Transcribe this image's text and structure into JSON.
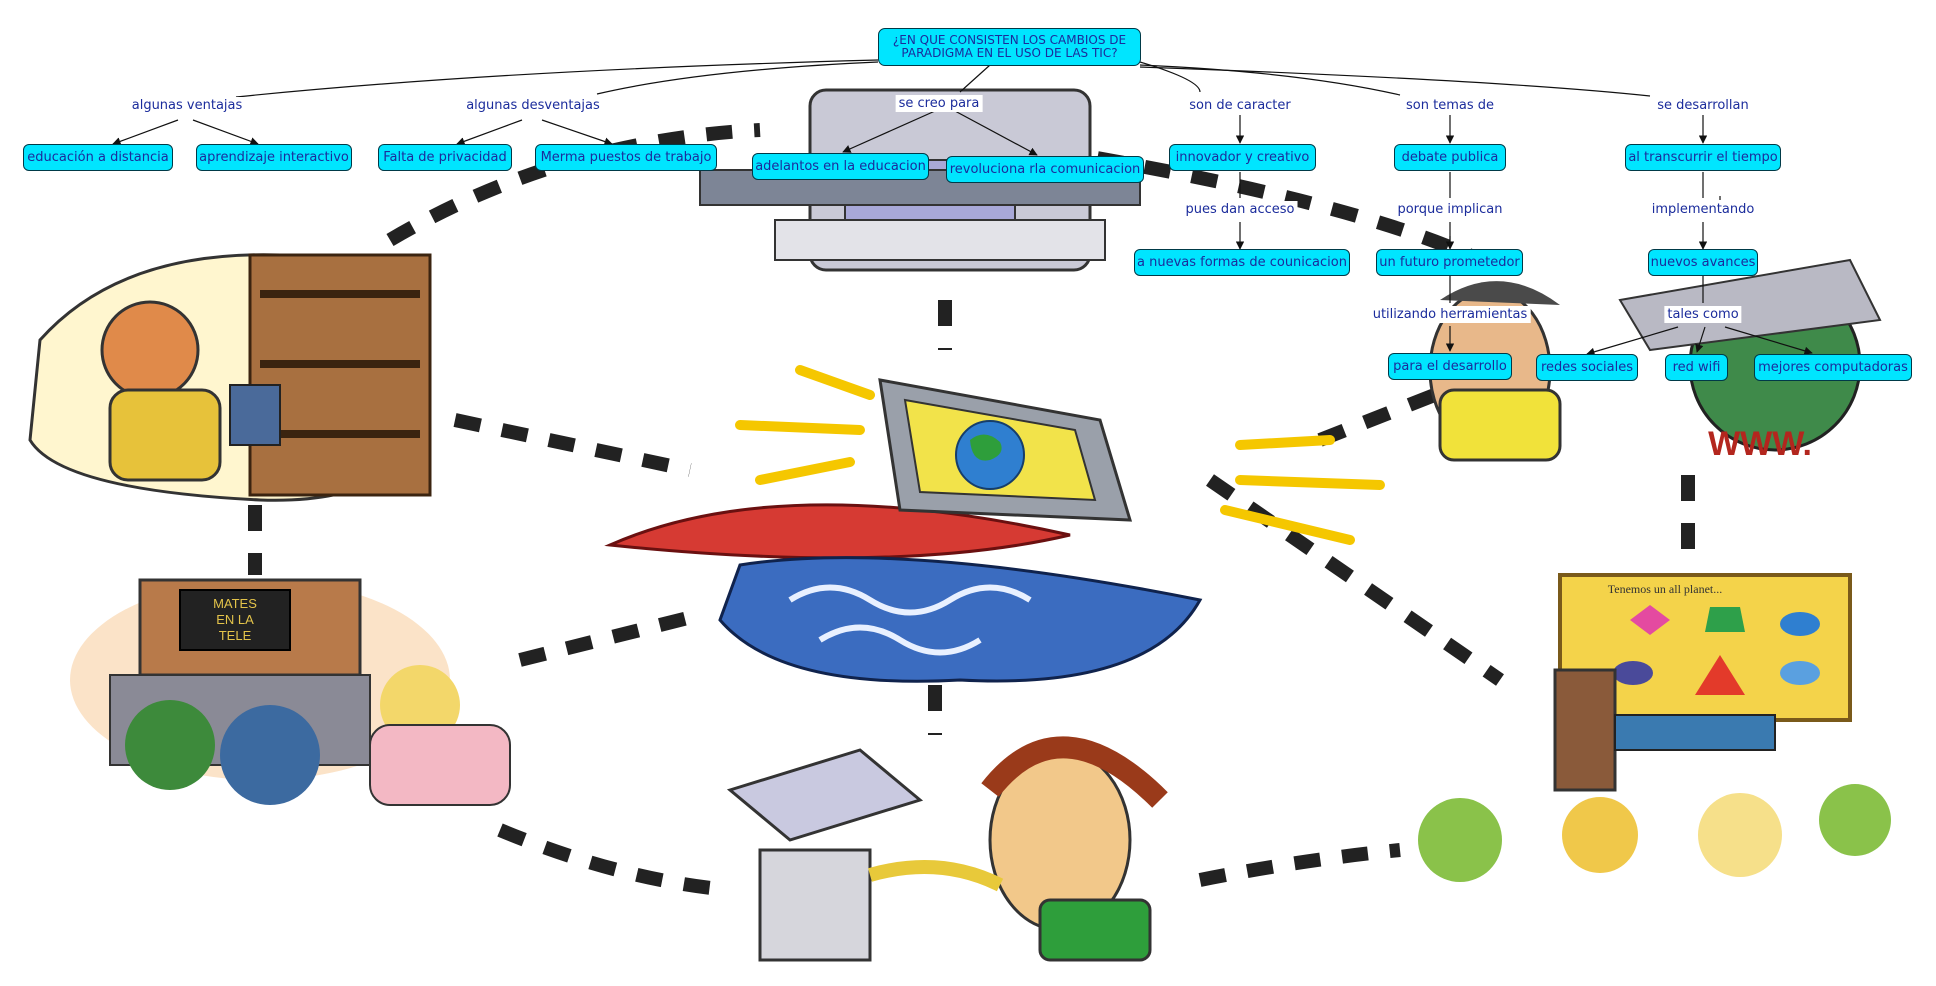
{
  "root": {
    "title": "¿EN QUE CONSISTEN LOS CAMBIOS DE PARADIGMA EN EL USO DE LAS TIC?"
  },
  "links": {
    "ventajas": "algunas ventajas",
    "desventajas": "algunas desventajas",
    "se_creo_para": "se creo para",
    "son_de_caracter": "son de caracter",
    "son_temas_de": "son temas de",
    "se_desarrollan": "se desarrollan",
    "pues_dan_acceso": "pues dan acceso",
    "porque_implican": "porque implican",
    "implementando": "implementando",
    "utilizando_herramientas": "utilizando herramientas",
    "tales_como": "tales como"
  },
  "concepts": {
    "educacion_distancia": "educación a distancia",
    "aprendizaje_interactivo": "aprendizaje interactivo",
    "falta_privacidad": "Falta de privacidad",
    "merma_puestos": "Merma  puestos de trabajo",
    "adelantos_educacion": "adelantos en la educacion",
    "revoluciona_comunicacion": "revoluciona rla comunicacion",
    "innovador_creativo": "innovador y creativo",
    "nuevas_formas": "a nuevas formas de counicacion",
    "debate_publica": "debate publica",
    "futuro_prometedor": "un futuro prometedor",
    "para_desarrollo": "para el desarrollo",
    "transcurrir_tiempo": "al transcurrir el tiempo",
    "nuevos_avances": "nuevos avances",
    "redes_sociales": "redes sociales",
    "red_wifi": "red  wifi",
    "mejores_computadoras": "mejores computadoras"
  },
  "illustrations": {
    "poster_caption": "Tenemos un all planet...",
    "tv_caption": "MATES EN LA TELE",
    "www_sign": "WWW."
  },
  "colors": {
    "concept_fill": "#00e5ff",
    "concept_border": "#003a48",
    "text": "#1b2c9c",
    "dots": "#222222"
  }
}
